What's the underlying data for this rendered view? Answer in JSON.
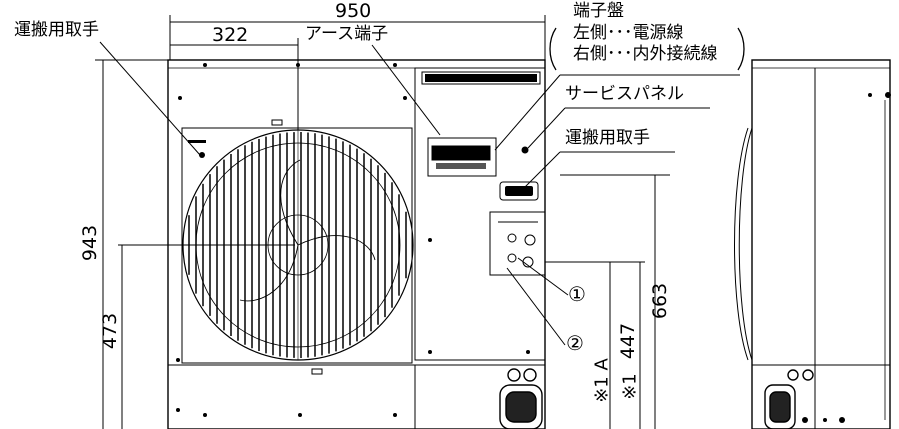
{
  "dimensions": {
    "overall_width": "950",
    "earth_offset": "322",
    "height": "943",
    "fan_center_height": "473",
    "terminal_height": "663",
    "valve_height": "447",
    "a_note": "※1 A",
    "b_note": "※1"
  },
  "labels": {
    "carry_handle_top": "運搬用取手",
    "earth_terminal": "アース端子",
    "terminal_block_title": "端子盤",
    "terminal_block_left": "左側･･･電源線",
    "terminal_block_right": "右側･･･内外接続線",
    "service_panel": "サービスパネル",
    "carry_handle_side": "運搬用取手",
    "marker_1": "①",
    "marker_2": "②"
  }
}
